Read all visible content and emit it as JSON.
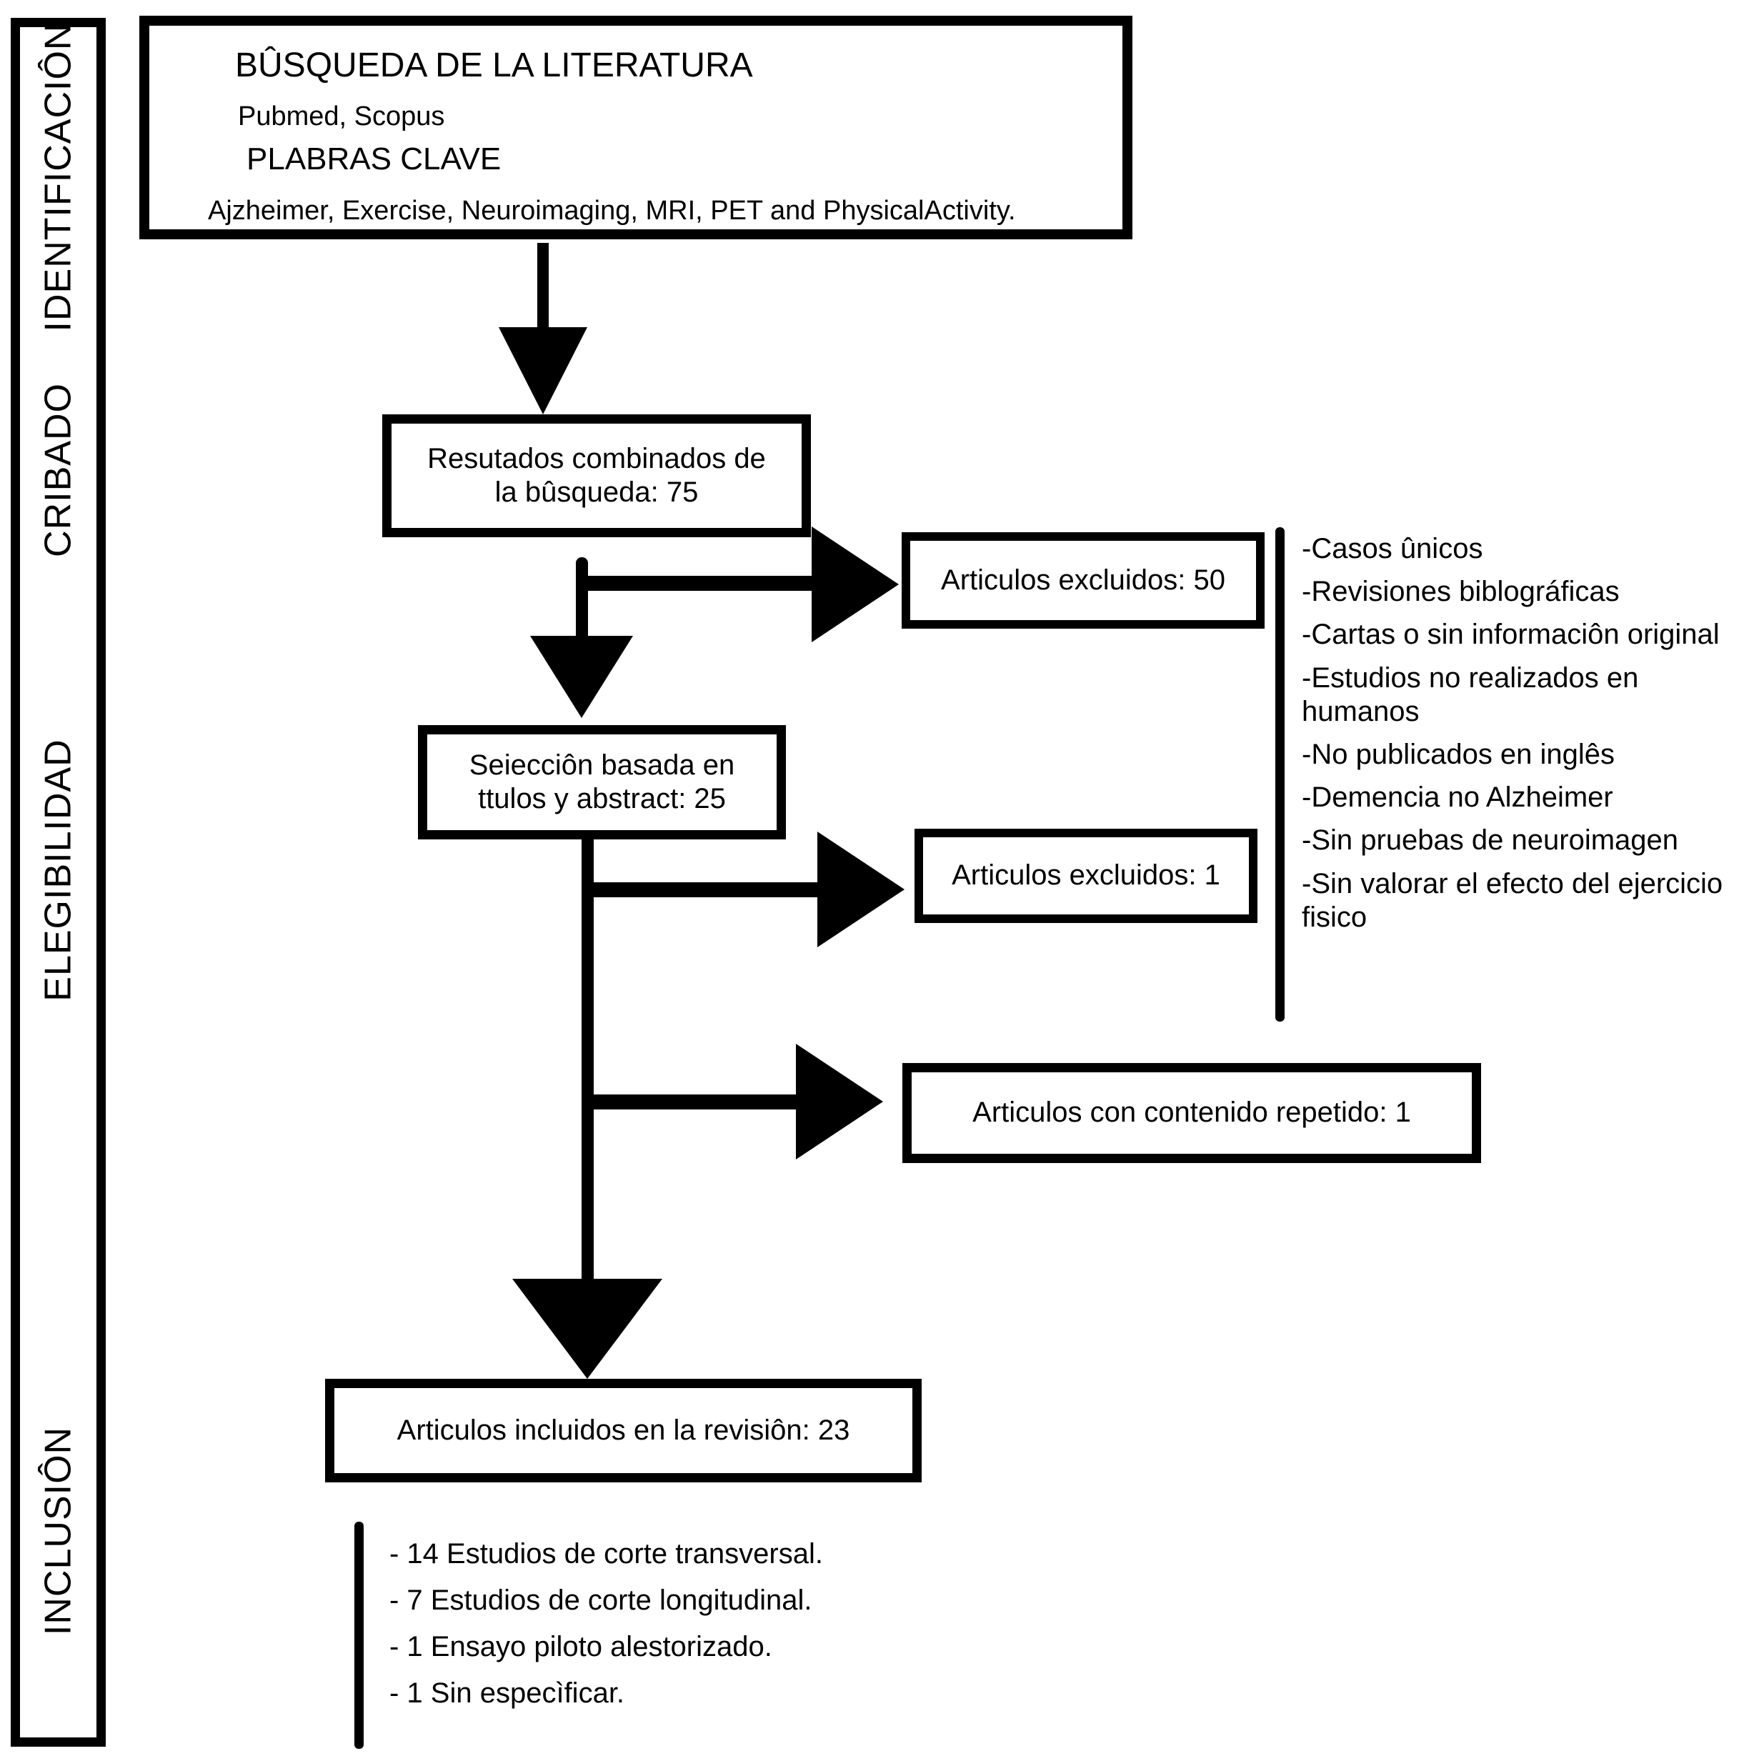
{
  "colors": {
    "ink": "#000000",
    "paper": "#ffffff"
  },
  "sidebar": {
    "stages": [
      {
        "label": "IDENTIFICACIÔN"
      },
      {
        "label": "CRIBADO"
      },
      {
        "label": "ELEGIBILIDAD"
      },
      {
        "label": "INCLUSIÔN"
      }
    ]
  },
  "search_box": {
    "title": "BÛSQUEDA DE LA LITERATURA",
    "databases": "Pubmed, Scopus",
    "keywords_heading": "PLABRAS CLAVE",
    "keywords": "Ajzheimer, Exercise, Neuroimaging, MRI, PET and PhysicalActivity."
  },
  "combined_results_box": {
    "line1": "Resutados combinados de",
    "line2": "la bûsqueda: 75"
  },
  "excluded_50_box": {
    "label": "Articulos excluidos: 50"
  },
  "exclusion_reasons": [
    "-Casos ûnicos",
    "-Revisiones biblográficas",
    "-Cartas o sin informaciôn original",
    "-Estudios no realizados en humanos",
    "-No publicados en inglês",
    "-Demencia no Alzheimer",
    "-Sin pruebas de neuroimagen",
    "-Sin valorar el efecto del ejercicio fisico"
  ],
  "selection_box": {
    "line1": "Seiecciôn basada en",
    "line2": "ttulos y abstract: 25"
  },
  "excluded_1_box": {
    "label": "Articulos excluidos: 1"
  },
  "repeated_content_box": {
    "label": "Articulos con contenido repetido: 1"
  },
  "included_box": {
    "label": "Articulos incluidos en la revisiôn: 23"
  },
  "included_breakdown": [
    "- 14 Estudios de corte transversal.",
    "- 7 Estudios de corte longitudinal.",
    "- 1 Ensayo piloto alestorizado.",
    "- 1 Sin especìficar."
  ]
}
